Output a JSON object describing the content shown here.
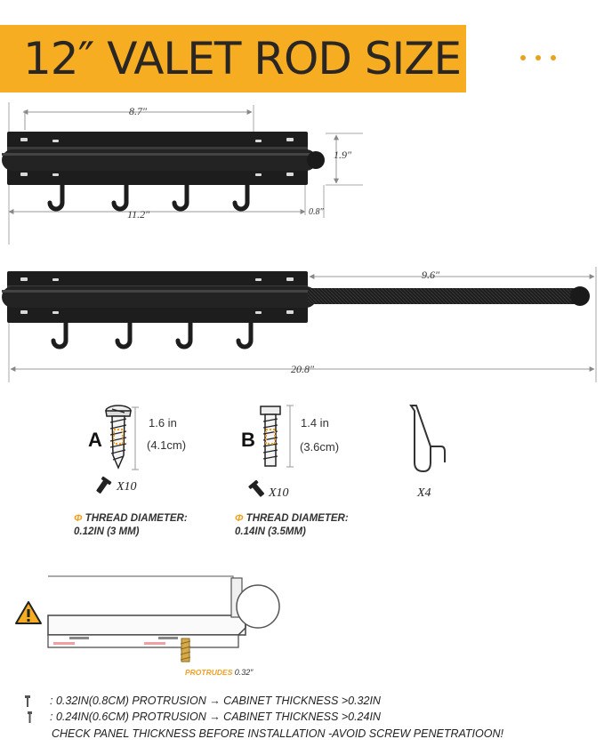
{
  "title": "12″ VALET ROD SIZE",
  "dimensions": {
    "hook_spacing": "8.7″",
    "thickness": "1.9″",
    "depth": "0.8″",
    "rail_length": "11.2″",
    "rod_extension": "9.6″",
    "total_extended": "20.8″"
  },
  "screws": [
    {
      "letter": "A",
      "length_in": "1.6 in",
      "length_cm": "(4.1cm)",
      "qty": "X10",
      "thread_line1": "THREAD DIAMETER:",
      "thread_line2": "0.12IN (3 MM)"
    },
    {
      "letter": "B",
      "length_in": "1.4 in",
      "length_cm": "(3.6cm)",
      "qty": "X10",
      "thread_line1": "THREAD DIAMETER:",
      "thread_line2": "0.14IN (3.5MM)"
    }
  ],
  "hook_qty": "X4",
  "phi_symbol": "Φ",
  "protrudes": {
    "label": "PROTRUDES",
    "value": "0.32″"
  },
  "notes": [
    ": 0.32IN(0.8CM) PROTRUSION →  CABINET THICKNESS  >0.32IN",
    ": 0.24IN(0.6CM) PROTRUSION →  CABINET THICKNESS >0.24IN",
    "CHECK PANEL THICKNESS BEFORE INSTALLATION -AVOID SCREW PENETRATIOON!"
  ],
  "colors": {
    "banner": "#f6ad22",
    "accent": "#f0a01e",
    "product": "#1d1d1d"
  }
}
